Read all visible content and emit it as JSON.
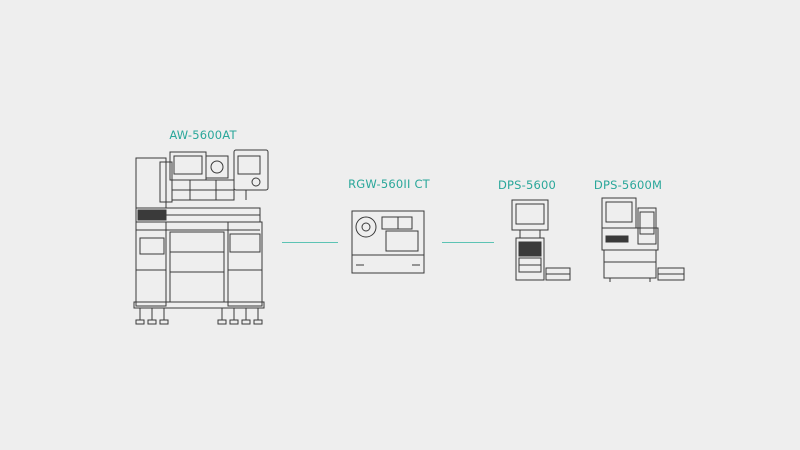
{
  "colors": {
    "background": "#eeeeee",
    "label": "#2aa79a",
    "connector": "#5cc3b4",
    "linework": "#3a3a3a"
  },
  "machines": [
    {
      "id": "aw",
      "label": "AW-5600AT",
      "icon": "wrapping-machine-icon"
    },
    {
      "id": "rgw",
      "label": "RGW-560II CT",
      "icon": "weigh-labeller-icon"
    },
    {
      "id": "dps",
      "label": "DPS-5600",
      "icon": "scale-terminal-icon"
    },
    {
      "id": "dpsm",
      "label": "DPS-5600M",
      "icon": "scale-terminal-cabinet-icon"
    }
  ]
}
